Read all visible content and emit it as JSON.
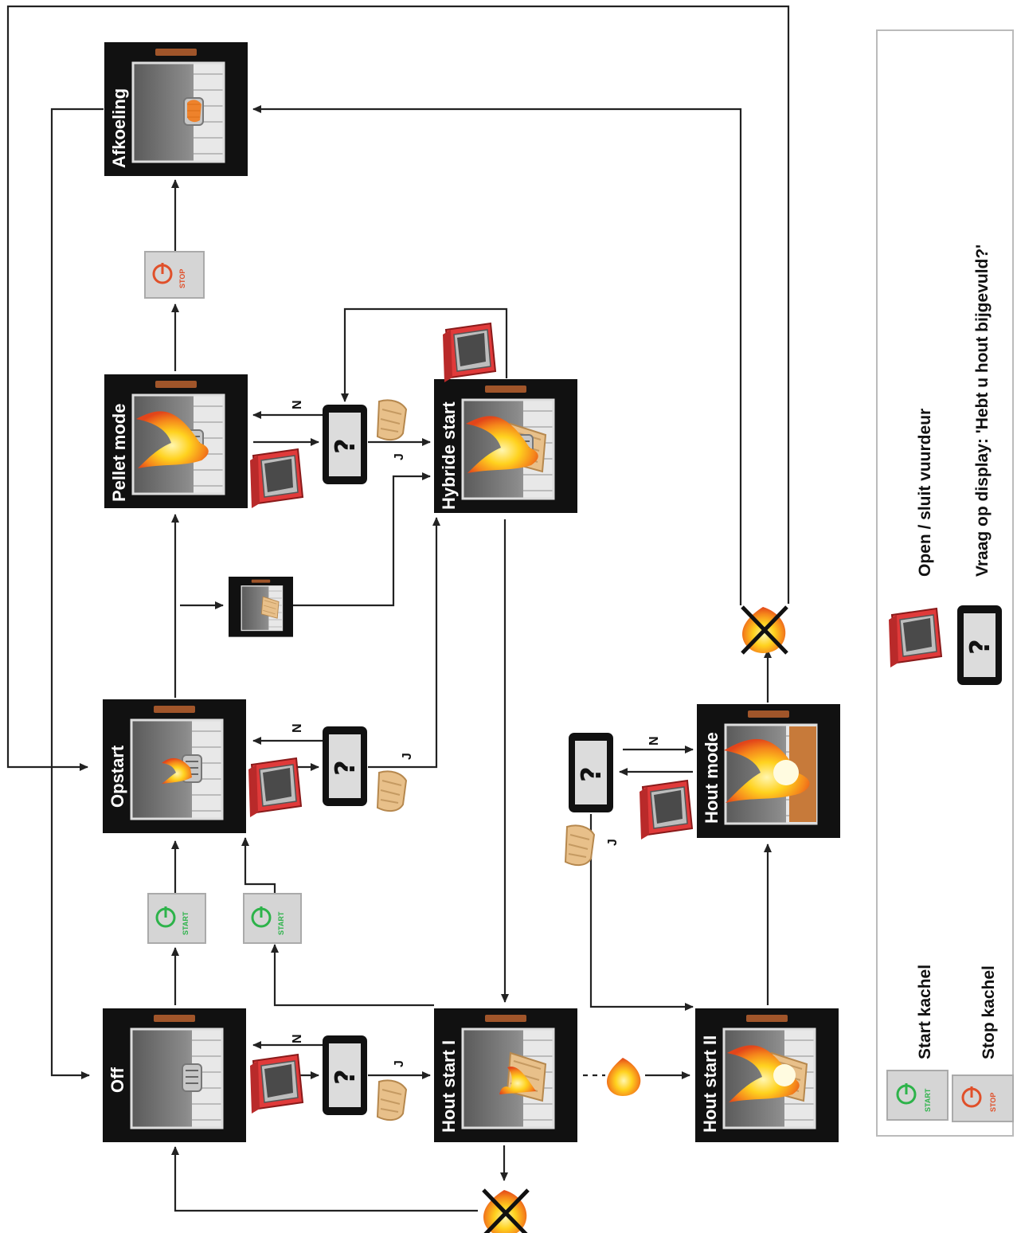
{
  "states": {
    "off": "Off",
    "opstart": "Opstart",
    "pellet_mode": "Pellet mode",
    "afkoeling": "Afkoeling",
    "hybride_start": "Hybride start",
    "hout_start_1": "Hout start I",
    "hout_start_2": "Hout start II",
    "hout_mode": "Hout mode"
  },
  "question_mark": "?",
  "answers": {
    "yes": "J",
    "no": "N"
  },
  "button_labels": {
    "start": "START",
    "stop": "STOP"
  },
  "legend": {
    "start": "Start kachel",
    "stop": "Stop kachel",
    "door": "Open / sluit vuurdeur",
    "question": "Vraag op display: 'Hebt u hout bijgevuld?'"
  },
  "colors": {
    "stove_frame": "#111111",
    "start_green": "#2db34a",
    "stop_red": "#e0502a",
    "door_red": "#e03a3a",
    "flame_orange": "#f5a21b",
    "wood_tan": "#e8c08a"
  }
}
